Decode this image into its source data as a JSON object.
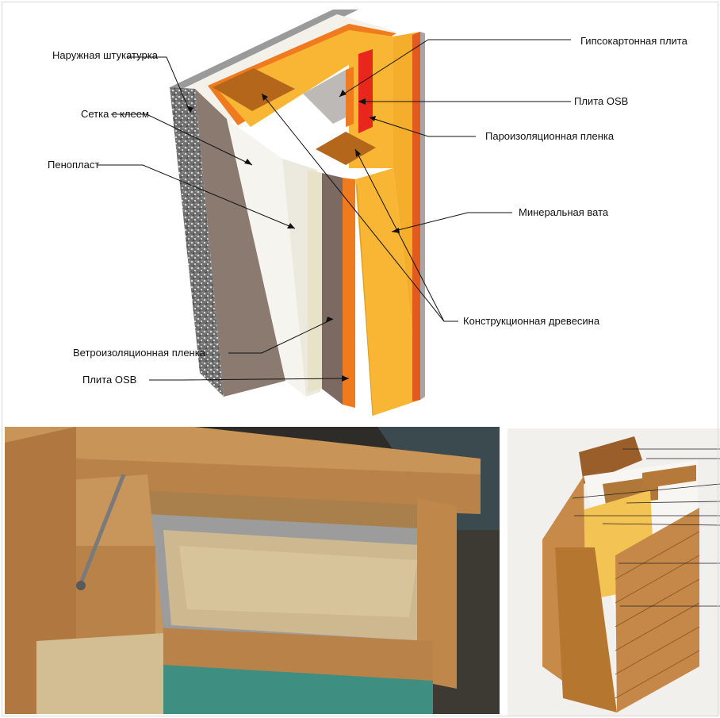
{
  "labels": {
    "exterior_plaster": "Наружная штукатурка",
    "mesh_glue": "Сетка с клеем",
    "foam": "Пенопласт",
    "wind_membrane": "Ветроизоляционная пленка",
    "osb_outer": "Плита OSB",
    "drywall": "Гипсокартонная плита",
    "osb_inner": "Плита OSB",
    "vapor_membrane": "Пароизоляционная пленка",
    "mineral_wool": "Минеральная вата",
    "structural_timber": "Конструкционная древесина"
  },
  "colors": {
    "plaster": "#8e8e8e",
    "mesh": "#8a7a70",
    "foam": "#f6f4ee",
    "wind_membrane": "#e8e2c8",
    "osb": "#f07a1e",
    "vapor": "#e8261c",
    "wool": "#f8b634",
    "timber": "#b4661a",
    "drywall": "#bdb9b6",
    "wood_photo": "#c8955a"
  }
}
